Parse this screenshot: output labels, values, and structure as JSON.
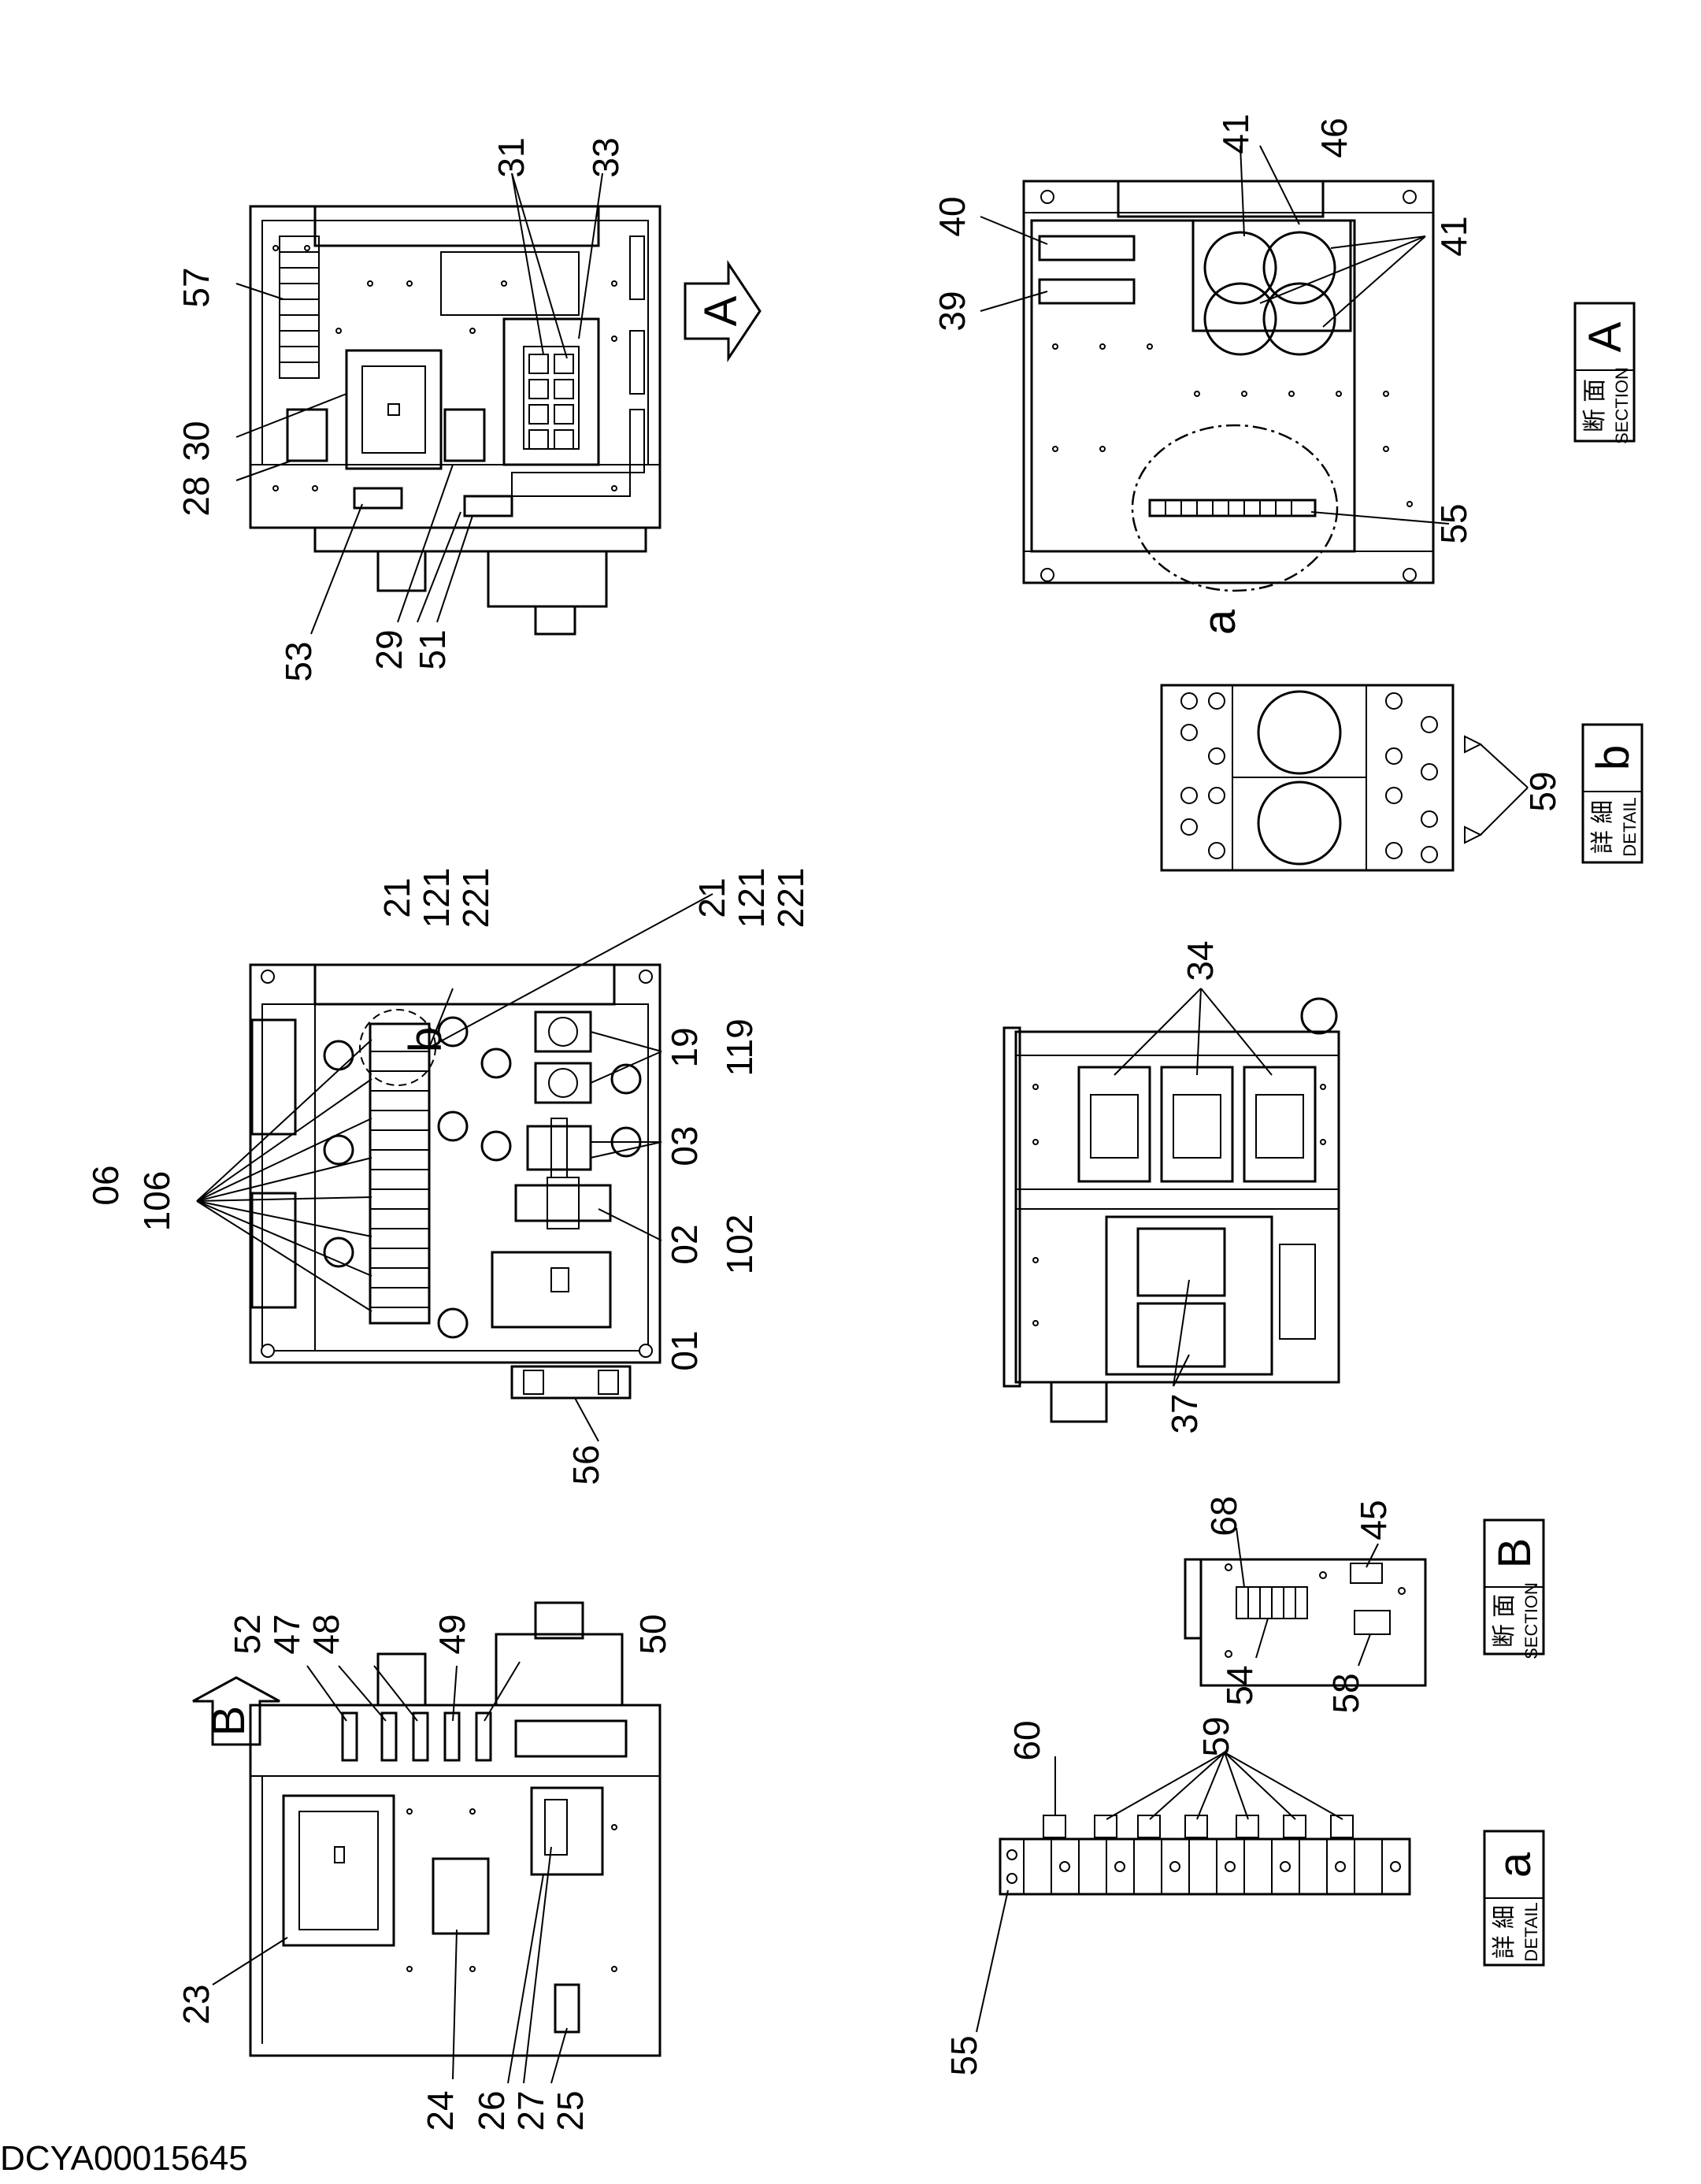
{
  "document_code": "DCYA00015645",
  "parts": {
    "p01": "01",
    "p02": "02",
    "p102": "102",
    "p03": "03",
    "p06": "06",
    "p106": "106",
    "p19": "19",
    "p119": "119",
    "p21": "21",
    "p121": "121",
    "p221": "221",
    "p23": "23",
    "p24": "24",
    "p25": "25",
    "p26": "26",
    "p27": "27",
    "p28": "28",
    "p29": "29",
    "p30": "30",
    "p31": "31",
    "p33": "33",
    "p34": "34",
    "p37": "37",
    "p39": "39",
    "p40": "40",
    "p41": "41",
    "p45": "45",
    "p46": "46",
    "p47": "47",
    "p48": "48",
    "p49": "49",
    "p50": "50",
    "p51": "51",
    "p52": "52",
    "p53": "53",
    "p54": "54",
    "p55": "55",
    "p56": "56",
    "p57": "57",
    "p58": "58",
    "p59": "59",
    "p60": "60",
    "p68": "68"
  },
  "view_marks": {
    "A": "A",
    "B": "B",
    "a": "a",
    "b": "b"
  },
  "boxes": {
    "section_A": {
      "kanji": "断 面",
      "en": "SECTION",
      "letter": "A"
    },
    "section_B": {
      "kanji": "断 面",
      "en": "SECTION",
      "letter": "B"
    },
    "detail_a": {
      "kanji": "詳 細",
      "en": "DETAIL",
      "letter": "a"
    },
    "detail_b": {
      "kanji": "詳 細",
      "en": "DETAIL",
      "letter": "b"
    }
  }
}
